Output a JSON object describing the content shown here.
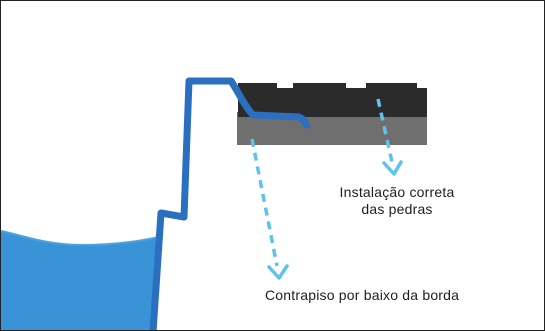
{
  "labels": {
    "stones_line1": "Instalação correta",
    "stones_line2": "das pedras",
    "subfloor": "Contrapiso por baixo da borda"
  },
  "colors": {
    "water": "#3a93d6",
    "water_dark": "#2a7ec4",
    "pool_wall": "#2a6fc0",
    "stone": "#2b2b2b",
    "subfloor": "#6f6f6f",
    "arrow": "#5ec3ec",
    "text": "#1e1e1e",
    "border": "#222222"
  }
}
